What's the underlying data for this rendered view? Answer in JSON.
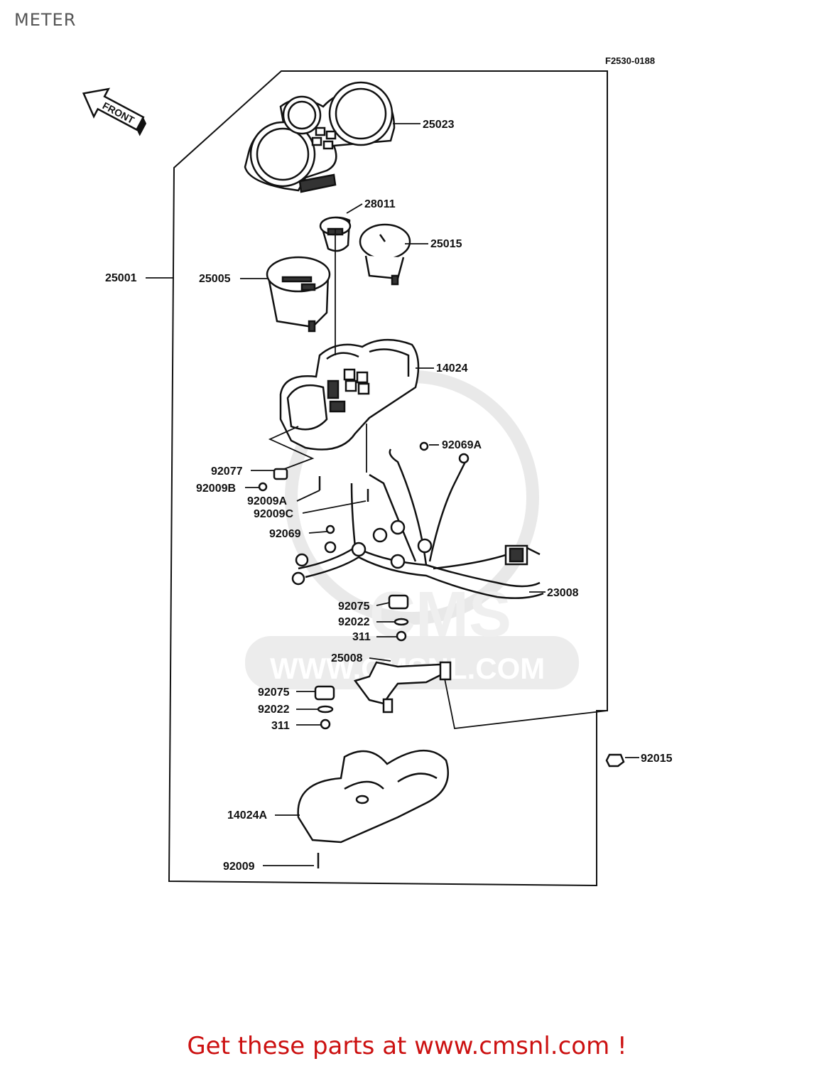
{
  "page": {
    "title": "METER"
  },
  "diagram": {
    "code": "F2530-0188",
    "front_label": "FRONT",
    "watermark": {
      "brand": "CMS",
      "url": "WWW.CMSNL.COM"
    },
    "parts": {
      "p25023": "25023",
      "p28011": "28011",
      "p25015": "25015",
      "p25001": "25001",
      "p25005": "25005",
      "p14024": "14024",
      "p92069A": "92069A",
      "p92077": "92077",
      "p92009B": "92009B",
      "p92009A": "92009A",
      "p92009C": "92009C",
      "p92069": "92069",
      "p23008": "23008",
      "p92075a": "92075",
      "p92022a": "92022",
      "p311a": "311",
      "p25008": "25008",
      "p92075b": "92075",
      "p92022b": "92022",
      "p311b": "311",
      "p92015": "92015",
      "p14024A": "14024A",
      "p92009": "92009"
    }
  },
  "footer": {
    "text": "Get these parts at www.cmsnl.com !",
    "color": "#cc1111"
  }
}
